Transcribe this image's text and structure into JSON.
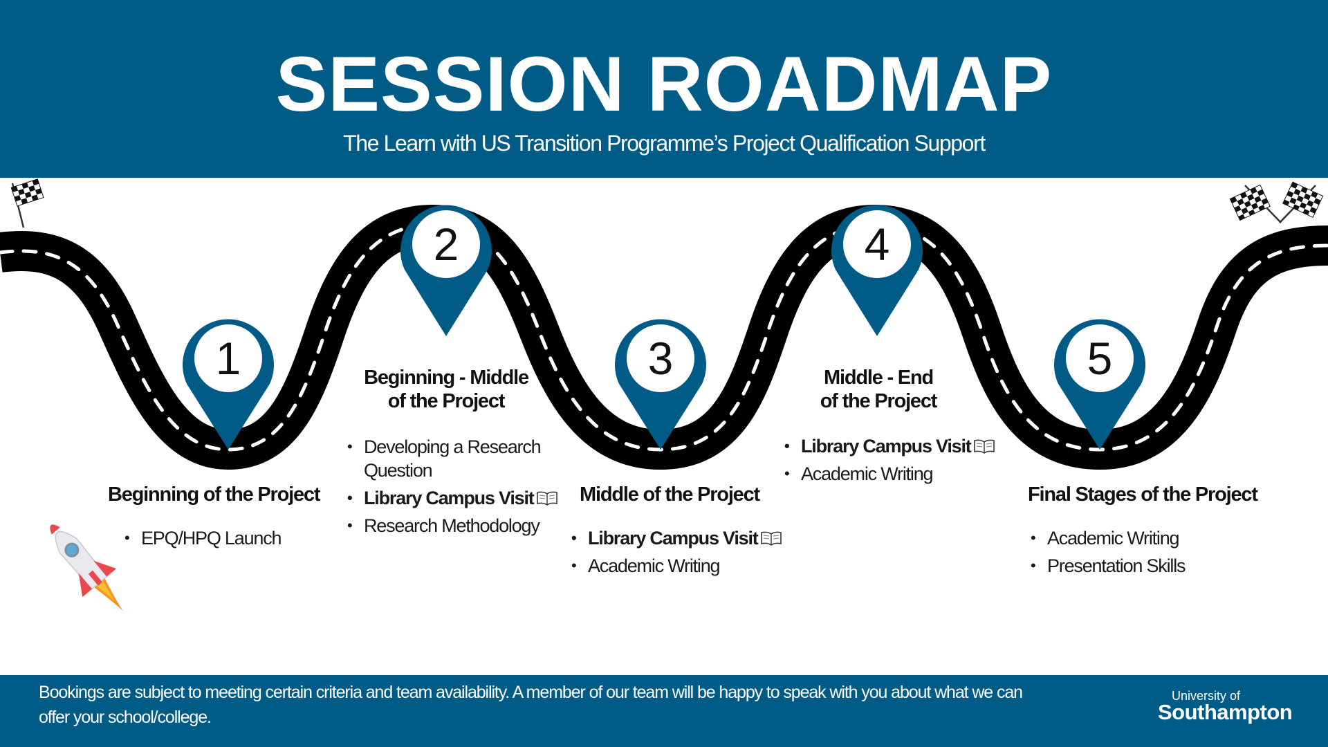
{
  "header": {
    "title": "SESSION ROADMAP",
    "subtitle": "The Learn with US Transition Programme’s Project Qualification Support"
  },
  "colors": {
    "brand_blue": "#005c87",
    "road": "#000000",
    "road_marking": "#ffffff",
    "rocket_red": "#e8494a",
    "rocket_flame": "#f7941d"
  },
  "icons": [
    "start-flag-icon",
    "finish-flags-icon",
    "rocket-icon",
    "book-icon",
    "map-pin-icon",
    "university-crest-icon"
  ],
  "stages": [
    {
      "number": "1",
      "title": "Beginning of the Project",
      "items": [
        "EPQ/HPQ Launch"
      ]
    },
    {
      "number": "2",
      "title_lines": [
        "Beginning - Middle",
        "of the Project"
      ],
      "items": [
        "Developing a Research",
        "Question",
        "Library Campus Visit",
        "Research Methodology"
      ]
    },
    {
      "number": "3",
      "title": "Middle of the Project",
      "items": [
        "Library Campus Visit",
        "Academic Writing"
      ]
    },
    {
      "number": "4",
      "title_lines": [
        "Middle - End",
        "of the Project"
      ],
      "items": [
        "Library Campus Visit",
        "Academic Writing"
      ]
    },
    {
      "number": "5",
      "title": "Final Stages of the Project",
      "items": [
        "Academic Writing",
        "Presentation Skills"
      ]
    }
  ],
  "footer": {
    "text": "Bookings are subject to meeting certain criteria and team availability. A member of our team will be happy to speak with you about what we can offer your school/college.",
    "logo_small": "University of",
    "logo_big": "Southampton"
  }
}
